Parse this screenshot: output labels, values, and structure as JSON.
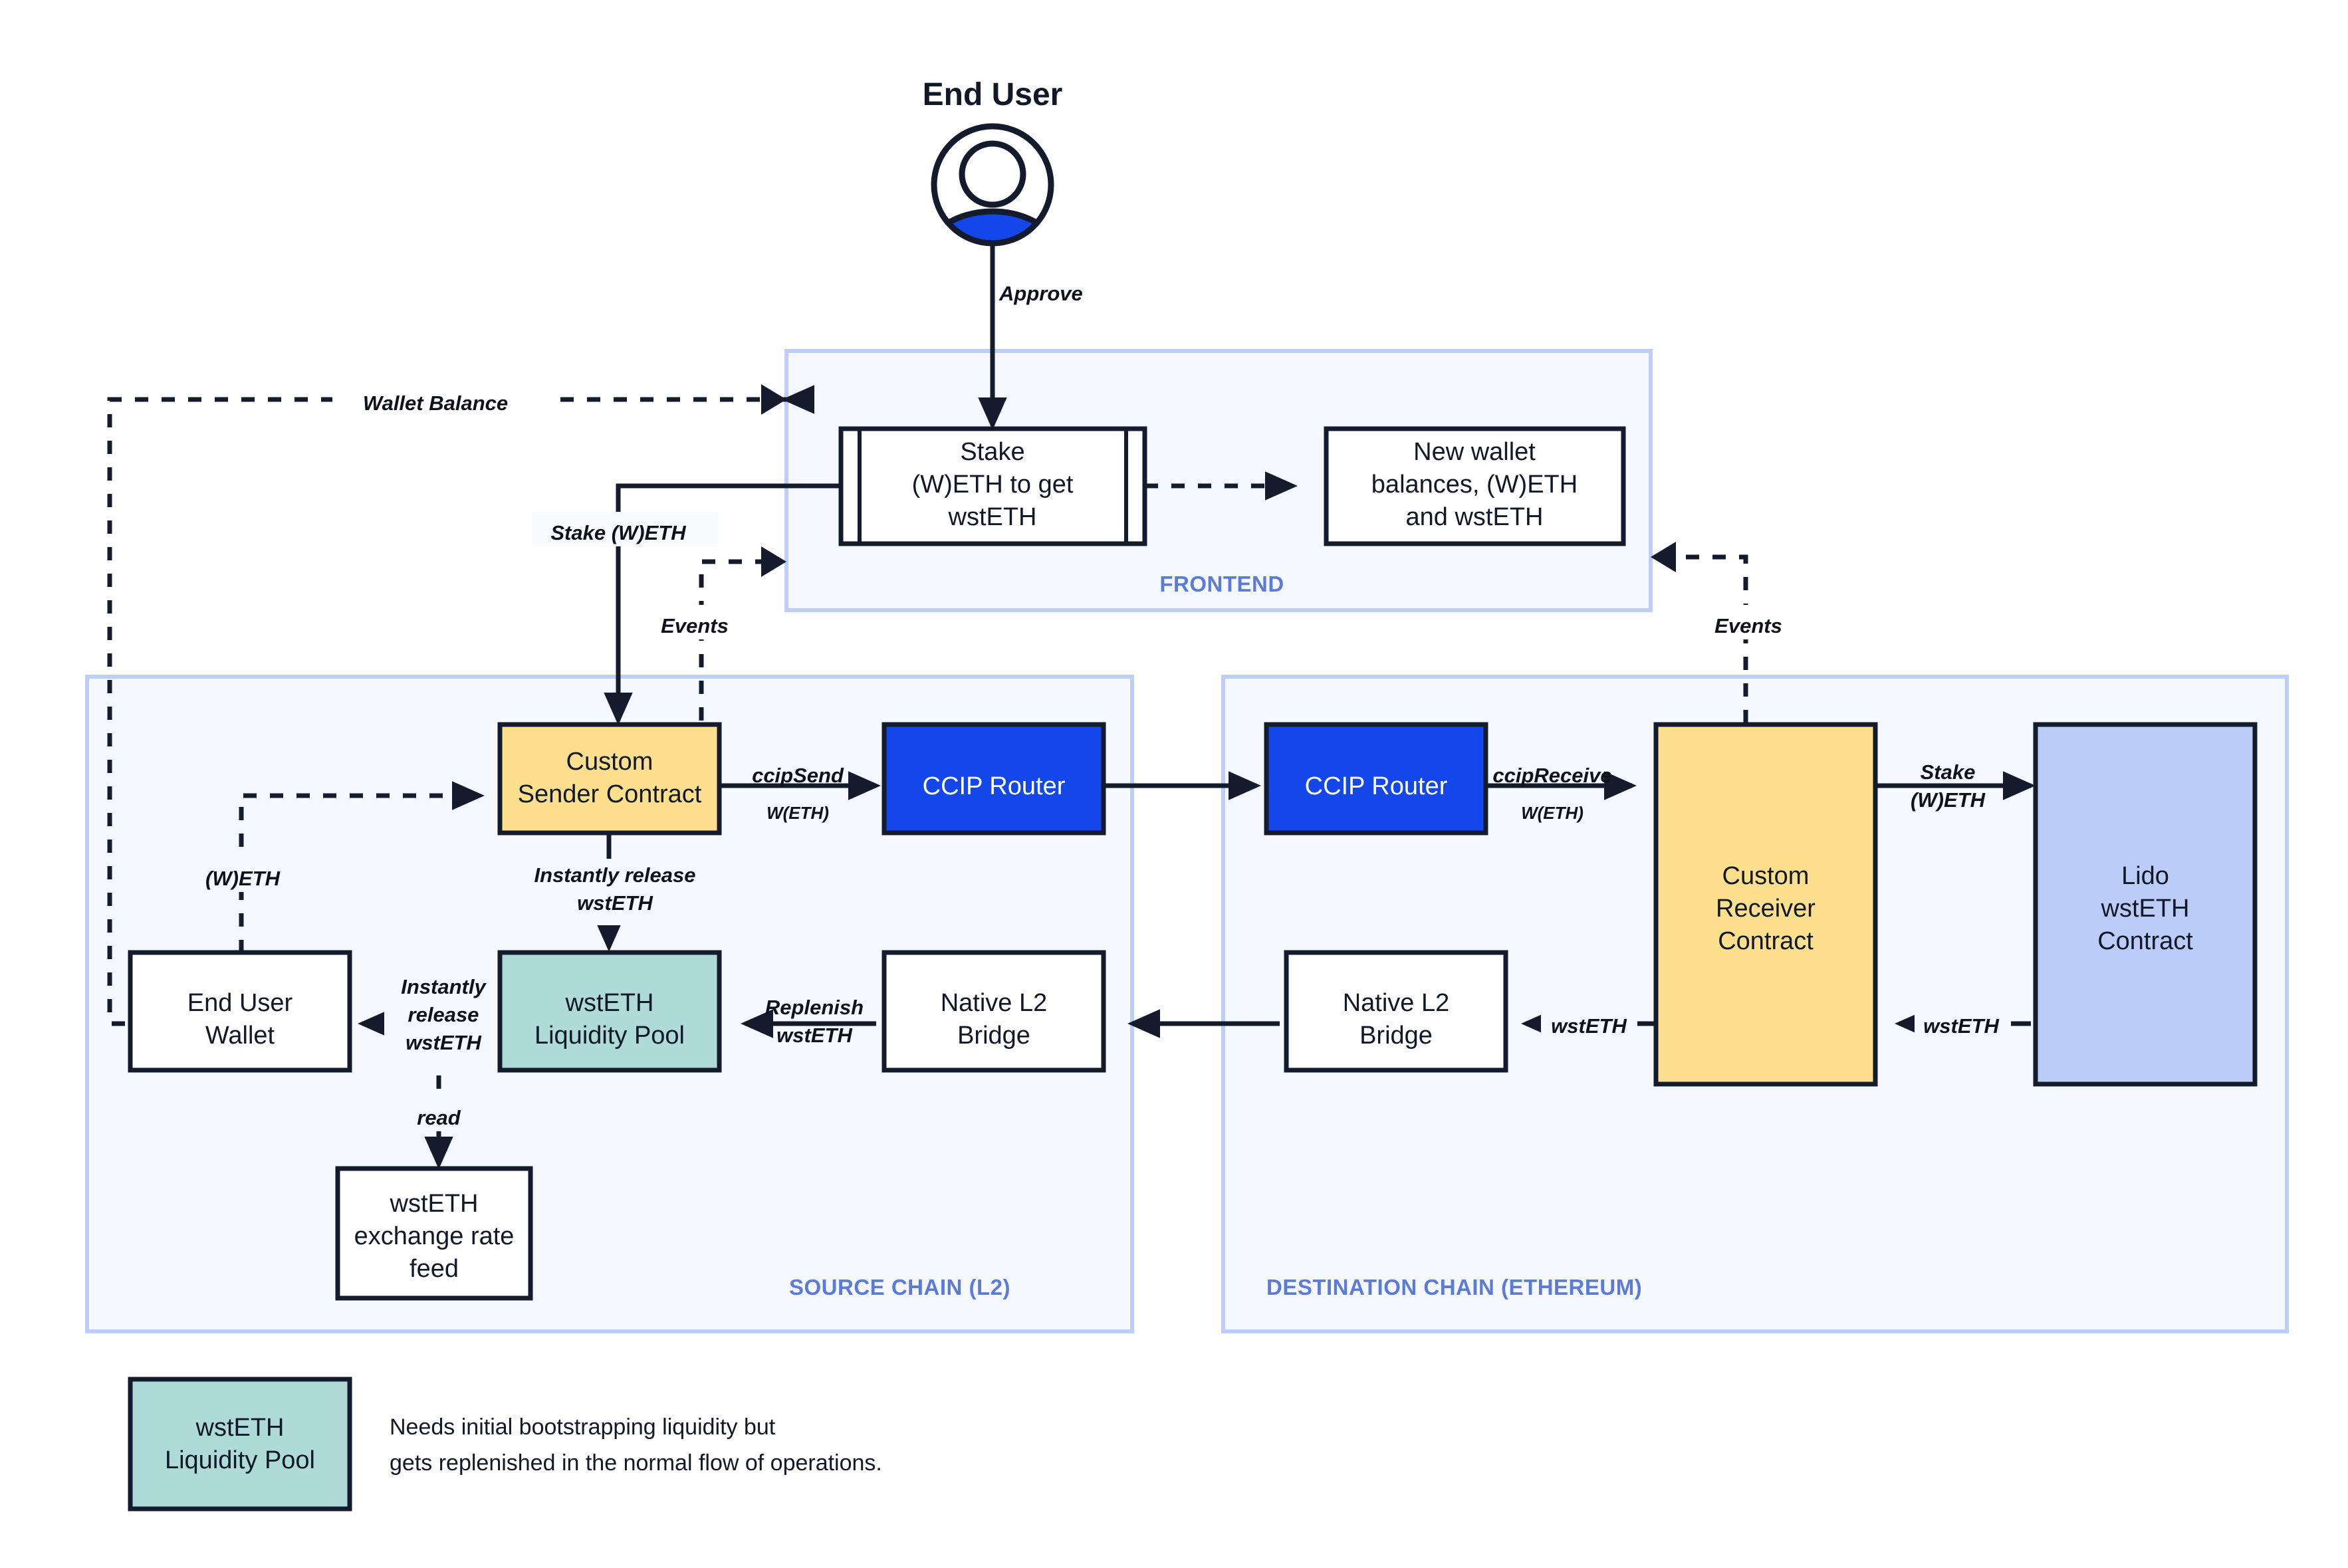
{
  "actor": {
    "title": "End User",
    "icon": "user-avatar-icon"
  },
  "zones": [
    {
      "id": "frontend",
      "label": "FRONTEND"
    },
    {
      "id": "source-chain",
      "label": "SOURCE CHAIN (L2)"
    },
    {
      "id": "destination-chain",
      "label": "DESTINATION CHAIN (ETHEREUM)"
    }
  ],
  "nodes": {
    "stake_form": {
      "lines": [
        "Stake",
        "(W)ETH to get",
        "wstETH"
      ]
    },
    "new_balances": {
      "lines": [
        "New wallet",
        "balances, (W)ETH",
        "and wstETH"
      ]
    },
    "custom_sender": {
      "lines": [
        "Custom",
        "Sender Contract"
      ]
    },
    "ccip_router_src": {
      "lines": [
        "CCIP Router"
      ]
    },
    "ccip_router_dst": {
      "lines": [
        "CCIP Router"
      ]
    },
    "custom_receiver": {
      "lines": [
        "Custom",
        "Receiver",
        "Contract"
      ]
    },
    "lido_contract": {
      "lines": [
        "Lido",
        "wstETH",
        "Contract"
      ]
    },
    "end_user_wallet": {
      "lines": [
        "End User",
        "Wallet"
      ]
    },
    "liquidity_pool": {
      "lines": [
        "wstETH",
        "Liquidity Pool"
      ]
    },
    "native_bridge_src": {
      "lines": [
        "Native L2",
        "Bridge"
      ]
    },
    "native_bridge_dst": {
      "lines": [
        "Native L2",
        "Bridge"
      ]
    },
    "rate_feed": {
      "lines": [
        "wstETH",
        "exchange rate",
        "feed"
      ]
    }
  },
  "edge_labels": {
    "approve": "Approve",
    "wallet_balance": "Wallet Balance",
    "stake_weth": "Stake (W)ETH",
    "events_left": "Events",
    "events_right": "Events",
    "ccip_send": "ccipSend",
    "ccip_send_sub": "W(ETH)",
    "ccip_receive": "ccipReceive",
    "ccip_receive_sub": "W(ETH)",
    "stake_weth_dst_l1": "Stake",
    "stake_weth_dst_l2": "(W)ETH",
    "weth": "(W)ETH",
    "instantly_release_l1": "Instantly release",
    "instantly_release_l2": "wstETH",
    "instantly_release_wallet_l1": "Instantly",
    "instantly_release_wallet_l2": "release",
    "instantly_release_wallet_l3": "wstETH",
    "replenish_l1": "Replenish",
    "replenish_l2": "wstETH",
    "read": "read",
    "wsteth_receiver": "wstETH",
    "wsteth_lido": "wstETH"
  },
  "legend": {
    "swatch_lines": [
      "wstETH",
      "Liquidity Pool"
    ],
    "note_lines": [
      "Needs initial bootstrapping liquidity but",
      "gets replenished in the normal flow of operations."
    ]
  },
  "colors": {
    "yellow": "#fddf8e",
    "teal": "#aedbd7",
    "blue": "#1347ea",
    "periwinkle": "#bcccf8",
    "white": "#ffffff",
    "zone_fill": "#f5f8fe",
    "zone_border": "#bdcefb",
    "stroke": "#141b2d",
    "zone_label": "#5b7bdb"
  }
}
